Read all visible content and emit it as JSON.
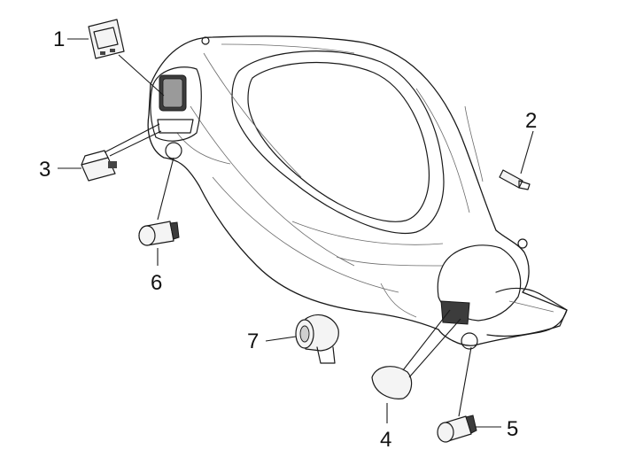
{
  "diagram": {
    "callouts": [
      {
        "id": "1",
        "label": "1"
      },
      {
        "id": "2",
        "label": "2"
      },
      {
        "id": "3",
        "label": "3"
      },
      {
        "id": "4",
        "label": "4"
      },
      {
        "id": "5",
        "label": "5"
      },
      {
        "id": "6",
        "label": "6"
      },
      {
        "id": "7",
        "label": "7"
      }
    ],
    "parts": [
      {
        "callout": "1",
        "icon": "switch-panel-icon"
      },
      {
        "callout": "2",
        "icon": "bulb-icon"
      },
      {
        "callout": "3",
        "icon": "rocker-switch-icon"
      },
      {
        "callout": "4",
        "icon": "lens-cover-icon"
      },
      {
        "callout": "5",
        "icon": "push-button-icon"
      },
      {
        "callout": "6",
        "icon": "push-button-icon"
      },
      {
        "callout": "7",
        "icon": "ignition-switch-icon"
      }
    ]
  }
}
